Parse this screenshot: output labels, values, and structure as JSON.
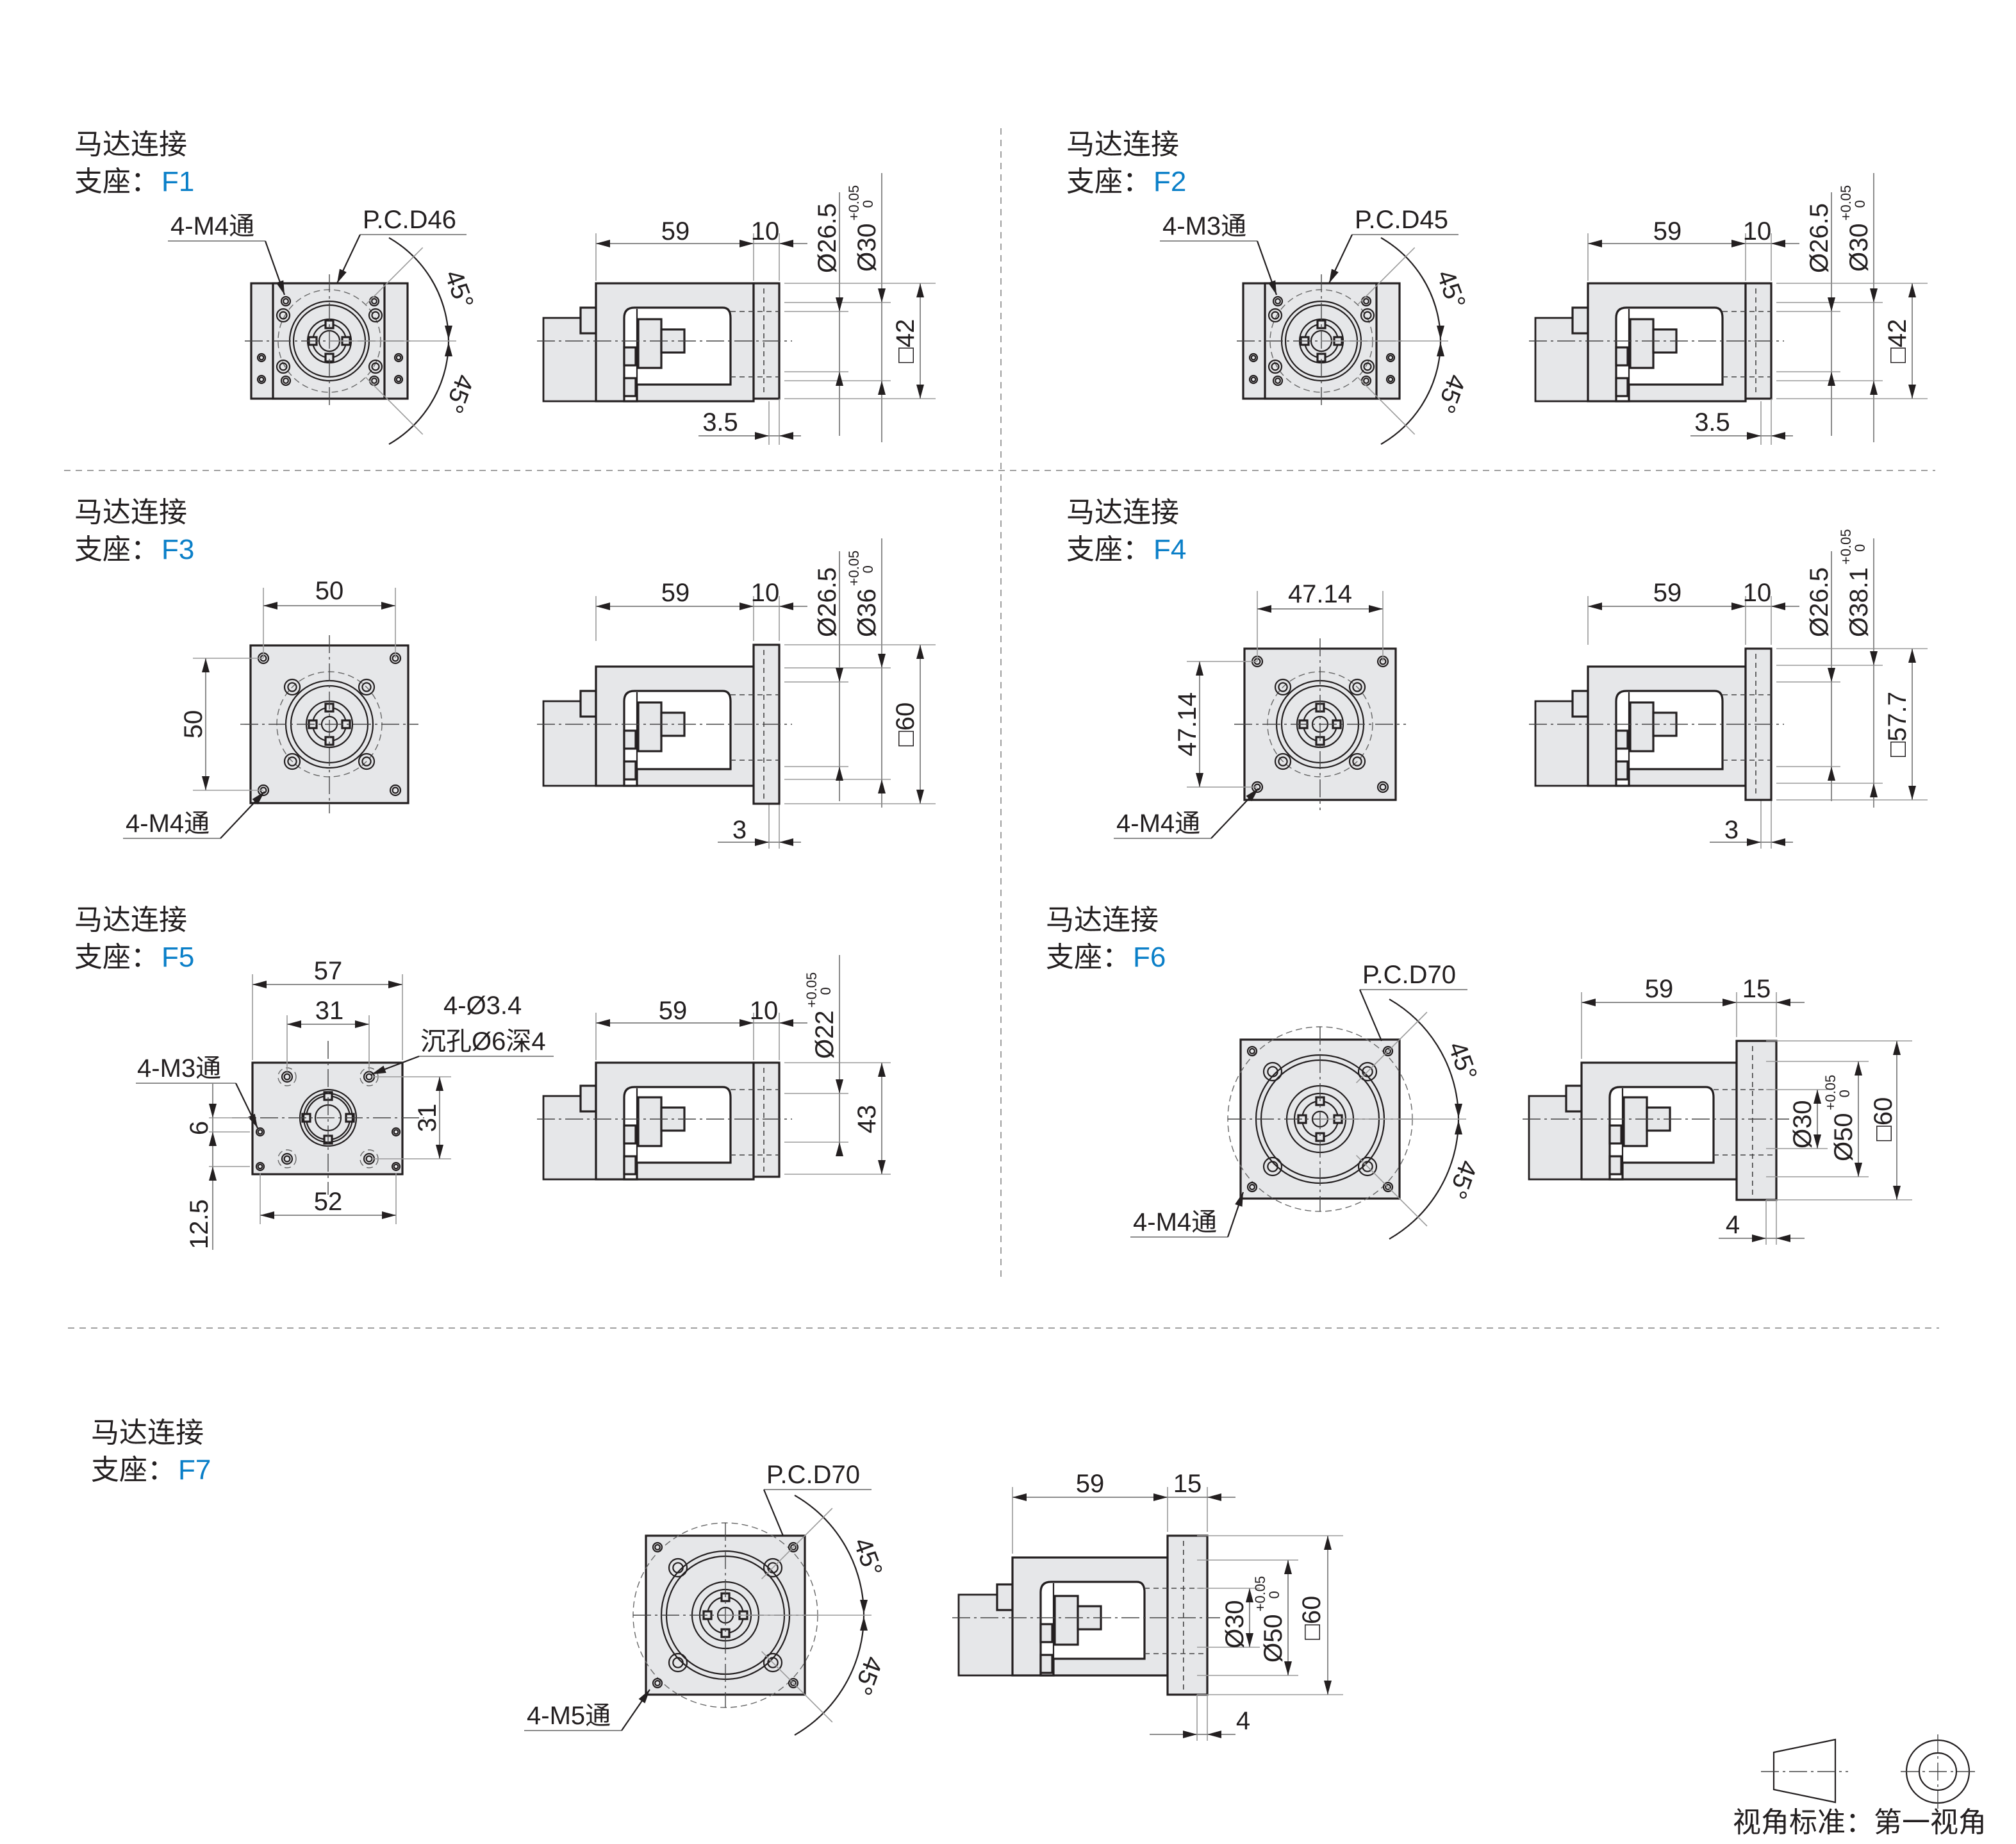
{
  "colors": {
    "accent": "#0a7fc8",
    "part_fill": "#e6e7e9",
    "line": "#231f20"
  },
  "panels": [
    {
      "title": "马达连接",
      "support_label": "支座：",
      "code": "F1",
      "front": {
        "holes": "4-M4通",
        "pcd": "P.C.D46",
        "angle1": "45°",
        "angle2": "45°"
      },
      "side": {
        "length": "59",
        "flange": "10",
        "d1": "Ø26.5",
        "d2": "Ø30",
        "tol_upper": "+0.05",
        "tol_lower": "0",
        "square": "□42",
        "offset": "3.5"
      }
    },
    {
      "title": "马达连接",
      "support_label": "支座：",
      "code": "F2",
      "front": {
        "holes": "4-M3通",
        "pcd": "P.C.D45",
        "angle1": "45°",
        "angle2": "45°"
      },
      "side": {
        "length": "59",
        "flange": "10",
        "d1": "Ø26.5",
        "d2": "Ø30",
        "tol_upper": "+0.05",
        "tol_lower": "0",
        "square": "□42",
        "offset": "3.5"
      }
    },
    {
      "title": "马达连接",
      "support_label": "支座：",
      "code": "F3",
      "front": {
        "width": "50",
        "height": "50",
        "holes": "4-M4通"
      },
      "side": {
        "length": "59",
        "flange": "10",
        "d1": "Ø26.5",
        "d2": "Ø36",
        "tol_upper": "+0.05",
        "tol_lower": "0",
        "square": "□60",
        "offset": "3"
      }
    },
    {
      "title": "马达连接",
      "support_label": "支座：",
      "code": "F4",
      "front": {
        "width": "47.14",
        "height": "47.14",
        "holes": "4-M4通"
      },
      "side": {
        "length": "59",
        "flange": "10",
        "d1": "Ø26.5",
        "d2": "Ø38.1",
        "tol_upper": "+0.05",
        "tol_lower": "0",
        "square": "□57.7",
        "offset": "3"
      }
    },
    {
      "title": "马达连接",
      "support_label": "支座：",
      "code": "F5",
      "front": {
        "width": "57",
        "pitch": "31",
        "holes_spec": "4-Ø3.4",
        "counterbore": "沉孔Ø6深4",
        "holes": "4-M3通",
        "offset_v": "6",
        "pitch_v": "31",
        "bottom_v": "12.5",
        "bottom_w": "52"
      },
      "side": {
        "length": "59",
        "flange": "10",
        "d2": "Ø22",
        "tol_upper": "+0.05",
        "tol_lower": "0",
        "height": "43"
      }
    },
    {
      "title": "马达连接",
      "support_label": "支座：",
      "code": "F6",
      "front": {
        "holes": "4-M4通",
        "pcd": "P.C.D70",
        "angle1": "45°",
        "angle2": "45°"
      },
      "side": {
        "length": "59",
        "flange": "15",
        "d1": "Ø30",
        "d2": "Ø50",
        "tol_upper": "+0.05",
        "tol_lower": "0",
        "square": "□60",
        "offset": "4"
      }
    },
    {
      "title": "马达连接",
      "support_label": "支座：",
      "code": "F7",
      "front": {
        "holes": "4-M5通",
        "pcd": "P.C.D70",
        "angle1": "45°",
        "angle2": "45°"
      },
      "side": {
        "length": "59",
        "flange": "15",
        "d1": "Ø30",
        "d2": "Ø50",
        "tol_upper": "+0.05",
        "tol_lower": "0",
        "square": "□60",
        "offset": "4"
      }
    }
  ],
  "legend": {
    "text": "视角标准：第一视角"
  }
}
